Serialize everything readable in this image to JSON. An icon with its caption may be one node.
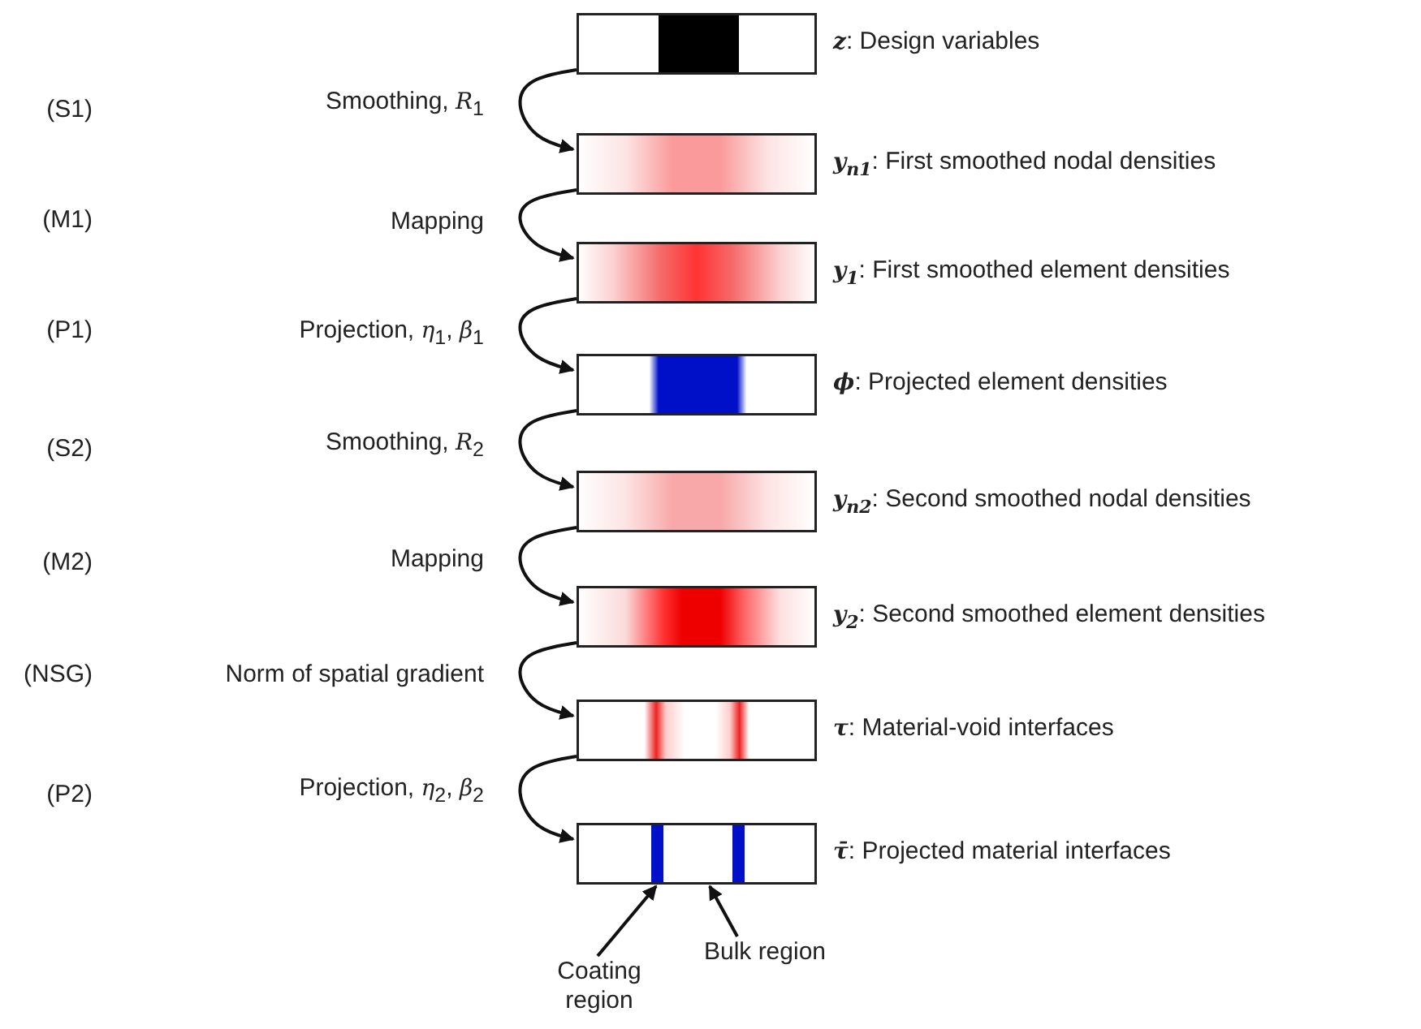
{
  "diagram": {
    "nodes": [
      {
        "text": [],
        "shape": "bar",
        "beside": [
          "**z**: Design variables"
        ]
      },
      {
        "text": [],
        "shape": "bar",
        "beside": [
          "**y**$_{n1}$: First smoothed nodal densities"
        ]
      },
      {
        "text": [],
        "shape": "bar",
        "beside": [
          "**y**$_{1}$: First smoothed element densities"
        ]
      },
      {
        "text": [],
        "shape": "bar",
        "beside": [
          "**ϕ**: Projected element densities"
        ]
      },
      {
        "text": [],
        "shape": "bar",
        "beside": [
          "**y**$_{n2}$: Second smoothed nodal densities"
        ]
      },
      {
        "text": [],
        "shape": "bar",
        "beside": [
          "**y**$_{2}$: Second smoothed element densities"
        ]
      },
      {
        "text": [],
        "shape": "bar",
        "beside": [
          "**τ**: Material-void interfaces"
        ]
      },
      {
        "text": [],
        "shape": "bar",
        "beside": [
          "**τ̄**: Projected material interfaces"
        ]
      },
      {
        "text": [
          "Bulk region"
        ]
      },
      {
        "text": [
          "Coating region"
        ]
      }
    ],
    "edges": [
      {
        "from": 0,
        "to": 1,
        "arrow": "to",
        "label": "Smoothing, *R*$_{1}$"
      },
      {
        "from": 1,
        "to": 2,
        "arrow": "to",
        "label": "Mapping"
      },
      {
        "from": 2,
        "to": 3,
        "arrow": "to",
        "label": "Projection, *η*$_{1}$, *β*$_{1}$"
      },
      {
        "from": 3,
        "to": 4,
        "arrow": "to",
        "label": "Smoothing, *R*$_{2}$"
      },
      {
        "from": 4,
        "to": 5,
        "arrow": "to",
        "label": "Mapping"
      },
      {
        "from": 5,
        "to": 6,
        "arrow": "to",
        "label": "Norm of spatial gradient"
      },
      {
        "from": 6,
        "to": 7,
        "arrow": "to",
        "label": "Projection, *η*$_{2}$, *β*$_{2}$"
      },
      {
        "from": 8,
        "to": 7,
        "arrow": "to"
      },
      {
        "from": 9,
        "to": 7,
        "arrow": "to"
      }
    ],
    "labels": [
      "(S1)",
      "(M1)",
      "(P1)",
      "(S2)",
      "(M2)",
      "(NSG)",
      "(P2)"
    ]
  }
}
